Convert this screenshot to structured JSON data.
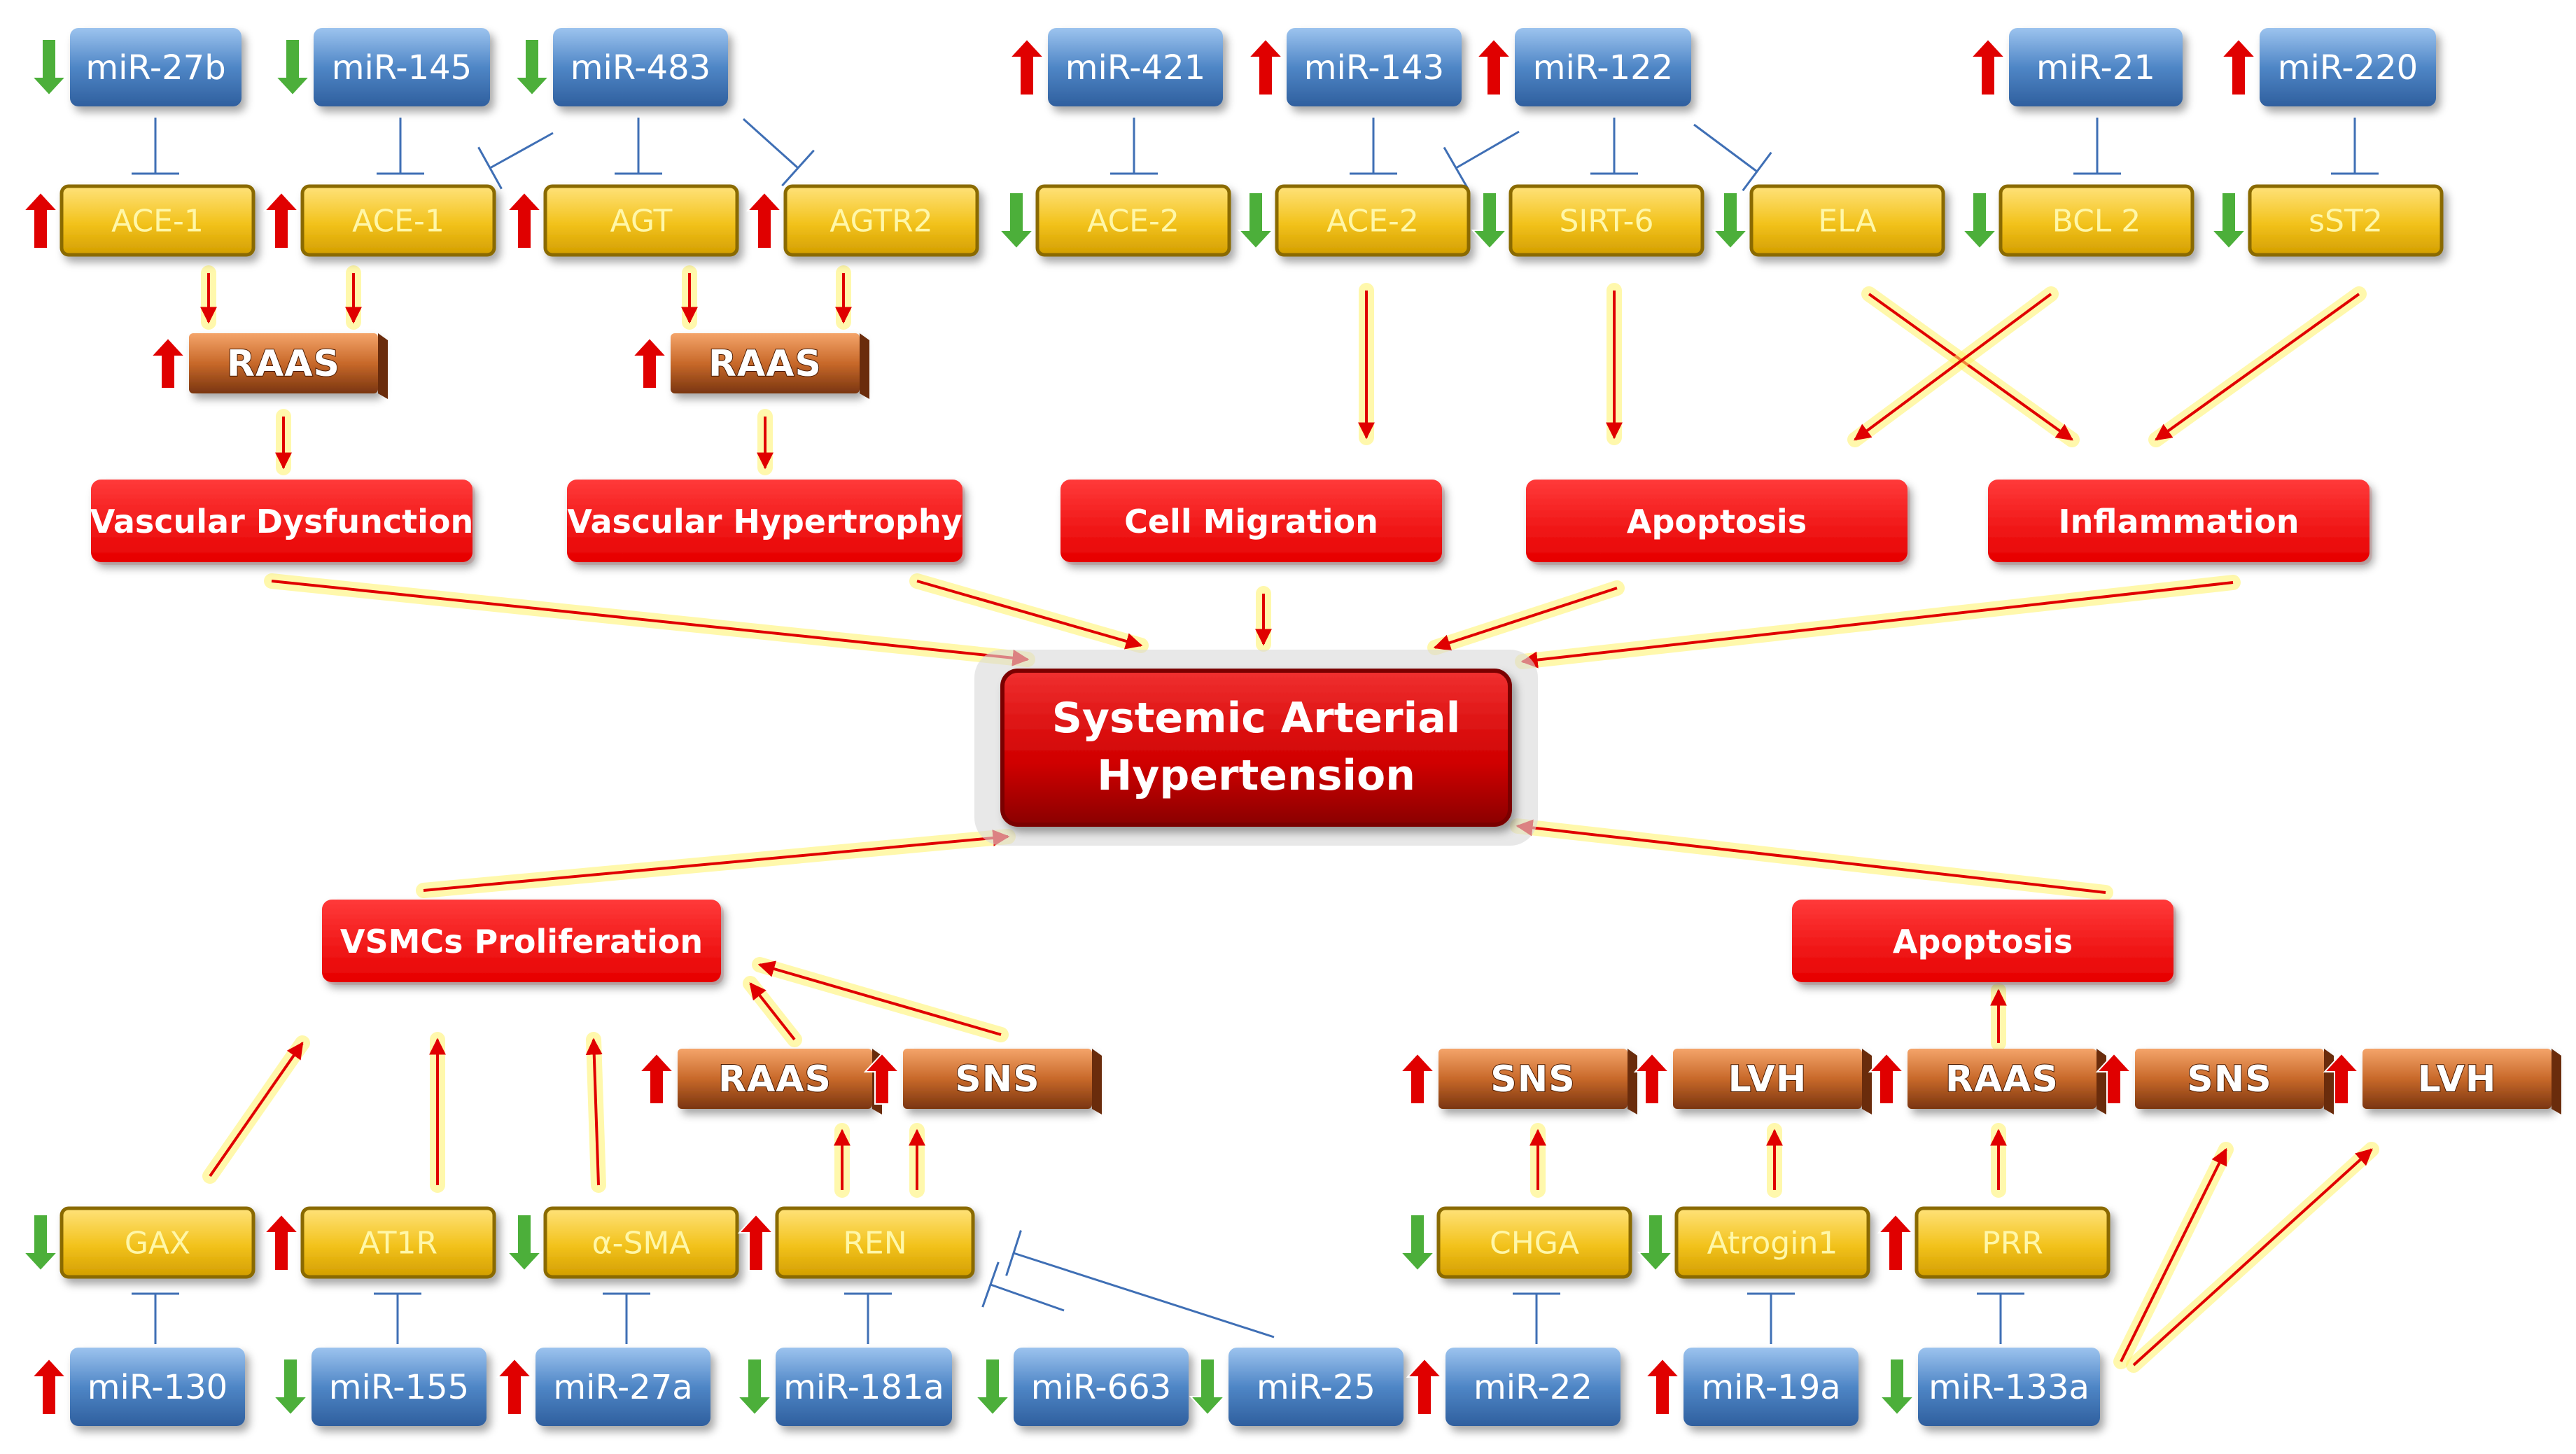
{
  "center": {
    "line1": "Systemic Arterial",
    "line2": "Hypertension"
  },
  "top": {
    "mirnas": [
      {
        "id": "m1",
        "label": "miR-27b",
        "dir": "down"
      },
      {
        "id": "m2",
        "label": "miR-145",
        "dir": "down"
      },
      {
        "id": "m3",
        "label": "miR-483",
        "dir": "down"
      },
      {
        "id": "m4",
        "label": "miR-421",
        "dir": "up"
      },
      {
        "id": "m5",
        "label": "miR-143",
        "dir": "up"
      },
      {
        "id": "m6",
        "label": "miR-122",
        "dir": "up"
      },
      {
        "id": "m7",
        "label": "miR-21",
        "dir": "up"
      },
      {
        "id": "m8",
        "label": "miR-220",
        "dir": "up"
      }
    ],
    "genes": [
      {
        "id": "g1",
        "label": "ACE-1",
        "dir": "up"
      },
      {
        "id": "g2",
        "label": "ACE-1",
        "dir": "up"
      },
      {
        "id": "g3",
        "label": "AGT",
        "dir": "up"
      },
      {
        "id": "g4",
        "label": "AGTR2",
        "dir": "up"
      },
      {
        "id": "g5",
        "label": "ACE-2",
        "dir": "down"
      },
      {
        "id": "g6",
        "label": "ACE-2",
        "dir": "down"
      },
      {
        "id": "g7",
        "label": "SIRT-6",
        "dir": "down"
      },
      {
        "id": "g8",
        "label": "ELA",
        "dir": "down"
      },
      {
        "id": "g9",
        "label": "BCL 2",
        "dir": "down"
      },
      {
        "id": "g10",
        "label": "sST2",
        "dir": "down"
      }
    ],
    "systems": [
      {
        "id": "s1",
        "label": "RAAS",
        "dir": "up"
      },
      {
        "id": "s2",
        "label": "RAAS",
        "dir": "up"
      }
    ],
    "effects": [
      {
        "id": "e1",
        "label": "Vascular Dysfunction"
      },
      {
        "id": "e2",
        "label": "Vascular Hypertrophy"
      },
      {
        "id": "e3",
        "label": "Cell Migration"
      },
      {
        "id": "e4",
        "label": "Apoptosis"
      },
      {
        "id": "e5",
        "label": "Inflammation"
      }
    ]
  },
  "bottom": {
    "effects": [
      {
        "id": "e6",
        "label": "VSMCs Proliferation"
      },
      {
        "id": "e7",
        "label": "Apoptosis"
      }
    ],
    "systems": [
      {
        "id": "s3",
        "label": "RAAS",
        "dir": "up"
      },
      {
        "id": "s4",
        "label": "SNS",
        "dir": "up"
      },
      {
        "id": "s5",
        "label": "SNS",
        "dir": "up"
      },
      {
        "id": "s6",
        "label": "LVH",
        "dir": "up"
      },
      {
        "id": "s7",
        "label": "RAAS",
        "dir": "up"
      },
      {
        "id": "s8",
        "label": "SNS",
        "dir": "up"
      },
      {
        "id": "s9",
        "label": "LVH",
        "dir": "up"
      }
    ],
    "genes": [
      {
        "id": "g11",
        "label": "GAX",
        "dir": "down"
      },
      {
        "id": "g12",
        "label": "AT1R",
        "dir": "up"
      },
      {
        "id": "g13",
        "label": "α-SMA",
        "dir": "down"
      },
      {
        "id": "g14",
        "label": "REN",
        "dir": "up"
      },
      {
        "id": "g15",
        "label": "CHGA",
        "dir": "down"
      },
      {
        "id": "g16",
        "label": "Atrogin1",
        "dir": "down"
      },
      {
        "id": "g17",
        "label": "PRR",
        "dir": "up"
      }
    ],
    "mirnas": [
      {
        "id": "m9",
        "label": "miR-130",
        "dir": "up"
      },
      {
        "id": "m10",
        "label": "miR-155",
        "dir": "down"
      },
      {
        "id": "m11",
        "label": "miR-27a",
        "dir": "up"
      },
      {
        "id": "m12",
        "label": "miR-181a",
        "dir": "down"
      },
      {
        "id": "m13",
        "label": "miR-663",
        "dir": "down"
      },
      {
        "id": "m14",
        "label": "miR-25",
        "dir": "down"
      },
      {
        "id": "m15",
        "label": "miR-22",
        "dir": "up"
      },
      {
        "id": "m16",
        "label": "miR-19a",
        "dir": "up"
      },
      {
        "id": "m17",
        "label": "miR-133a",
        "dir": "down"
      }
    ]
  },
  "colors": {
    "mirna_box": "#4f86c6",
    "gene_box": "#f2c21b",
    "gene_border": "#8a6a00",
    "system_box": "#c8692a",
    "effect_box": "#ff0000",
    "center_box": "#d80000",
    "up_arrow": "#e00000",
    "down_arrow": "#4caf3a",
    "arrow_line": "#e00000",
    "inhibit_line": "#3f6fb5",
    "glow": "#fff36a"
  }
}
